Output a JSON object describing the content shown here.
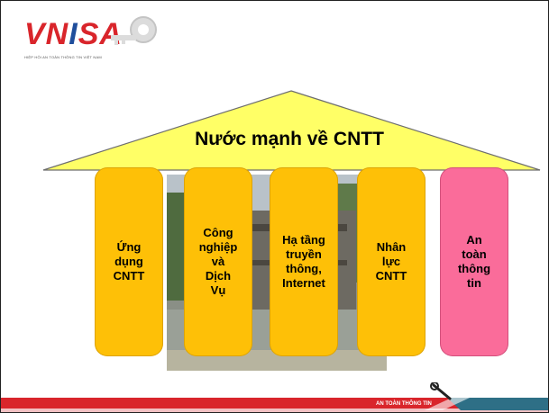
{
  "logo": {
    "name_red_1": "VN",
    "name_blue": "I",
    "name_red_2": "SA",
    "subtitle": "HIỆP HỘI AN TOÀN THÔNG TIN VIỆT NAM"
  },
  "roof": {
    "title": "Nước mạnh về CNTT"
  },
  "pillars": [
    {
      "label": "Ứng\ndụng\nCNTT"
    },
    {
      "label": "Công\nnghiệp\nvà\nDịch\nVụ"
    },
    {
      "label": "Hạ tầng\ntruyền\nthông,\nInternet"
    },
    {
      "label": "Nhân\nlực\nCNTT"
    },
    {
      "label": "An\ntoàn\nthông\ntin"
    }
  ],
  "footer": {
    "text": "AN TOÀN THÔNG TIN"
  },
  "colors": {
    "pillar": "#fec007",
    "pillar_security": "#fa6c9a",
    "roof": "#ffff66",
    "footer_red": "#d9252b",
    "footer_teal": "#2e6f86"
  },
  "icons": {
    "logo_key": "key-icon",
    "footer_tool": "wrench-icon"
  }
}
